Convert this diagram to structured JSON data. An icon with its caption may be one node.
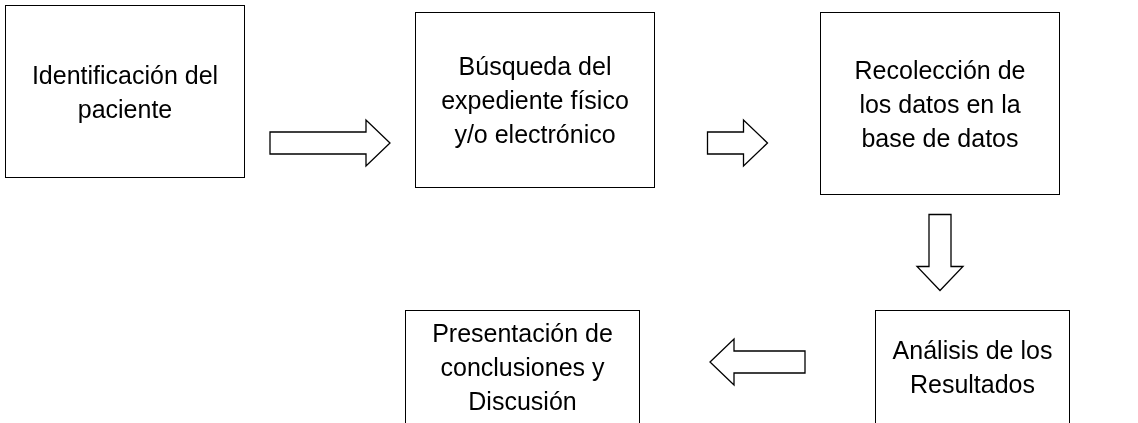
{
  "diagram": {
    "nodes": [
      {
        "text": [
          "Identificación del paciente"
        ]
      },
      {
        "text": [
          "Búsqueda del expediente físico y/o electrónico"
        ]
      },
      {
        "text": [
          "Recolección de los datos en la base de datos"
        ]
      },
      {
        "text": [
          "Análisis de los Resultados"
        ]
      },
      {
        "text": [
          "Presentación de conclusiones y Discusión"
        ]
      }
    ],
    "edges": [
      {
        "from": 0,
        "to": 1,
        "arrow": "to"
      },
      {
        "from": 1,
        "to": 2,
        "arrow": "to"
      },
      {
        "from": 2,
        "to": 3,
        "arrow": "to"
      },
      {
        "from": 3,
        "to": 4,
        "arrow": "to"
      }
    ]
  }
}
